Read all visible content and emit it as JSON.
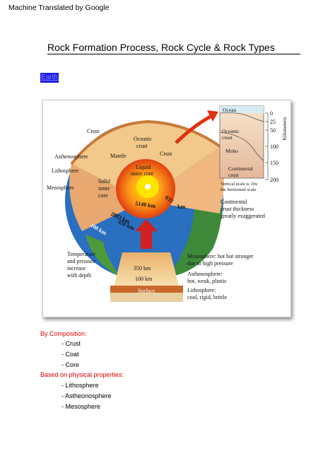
{
  "header": {
    "machine_translated": "Machine Translated by Google"
  },
  "document": {
    "title": "Rock Formation Process, Rock Cycle & Rock Types",
    "earth_link": "Earth"
  },
  "figure": {
    "labels": {
      "crust": "Crust",
      "oceanic_crust_1": "Oceanic",
      "oceanic_crust_2": "crust",
      "mantle": "Mantle",
      "crust2": "Crust",
      "asthenosphere": "Asthenosphere",
      "lithosphere": "Lithosphere",
      "mesosphere": "Mesosphere",
      "liquid_1": "Liquid",
      "liquid_2": "outer core",
      "solid_1": "Solid",
      "solid_2": "inner",
      "solid_3": "core",
      "d5140": "5140 km",
      "d637": "637",
      "dkm": "km",
      "d2883": "2883 km",
      "d350": "350 km",
      "d100": "100 km",
      "temp_1": "Temperature",
      "temp_2": "and pressure",
      "temp_3": "increase",
      "temp_4": "with depth",
      "w350": "350 km",
      "w100": "100 km",
      "surface": "Surface",
      "meso_1": "Mesosphere: hot but stronger",
      "meso_2": "due to high pressure",
      "astheno_1": "Asthenosphere:",
      "astheno_2": "hot, weak, plastic",
      "litho_1": "Lithosphere:",
      "litho_2": "cool, rigid, brittle",
      "inset_ocean": "Ocean",
      "inset_oc_1": "Oceanic",
      "inset_oc_2": "crust",
      "inset_moho": "Moho",
      "inset_cont_1": "Continental",
      "inset_cont_2": "crust",
      "scale_1": "Vertical scale is 10x",
      "scale_2": "the horizontal scale",
      "thick_1": "Continental",
      "thick_2": "crust thickness",
      "thick_3": "greatly exaggerated",
      "km_axis": "Kilometers",
      "ticks": [
        "0",
        "25",
        "50",
        "100",
        "150",
        "200"
      ]
    }
  },
  "lists": {
    "composition_heading": "By Composition:",
    "composition": [
      "- Crust",
      "- Coat",
      "- Core"
    ],
    "physical_heading": "Based on physical properties:",
    "physical": [
      "- Lithosphere",
      "- Astheonosphere",
      "- Mesosphere"
    ]
  },
  "colors": {
    "title_link": "#1e1ee6",
    "heading_red": "#e00000",
    "ocean": "#2a6fc0",
    "land": "#3e8a3a",
    "mantle": "#f2c98a",
    "core": "#ff7a1a",
    "inner": "#ffe600"
  }
}
